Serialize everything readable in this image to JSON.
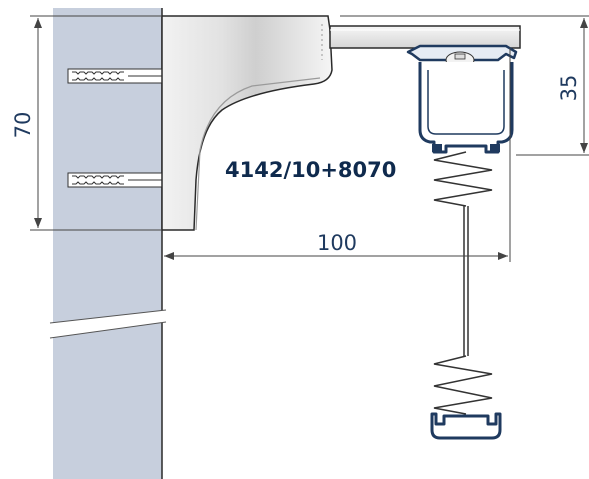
{
  "product_code": "4142/10+8070",
  "dimensions": {
    "height": "70",
    "drop": "35",
    "projection": "100"
  },
  "colors": {
    "wall": "#c7cfdd",
    "profile": "#1f3a5f",
    "dimension_line": "#333333"
  }
}
